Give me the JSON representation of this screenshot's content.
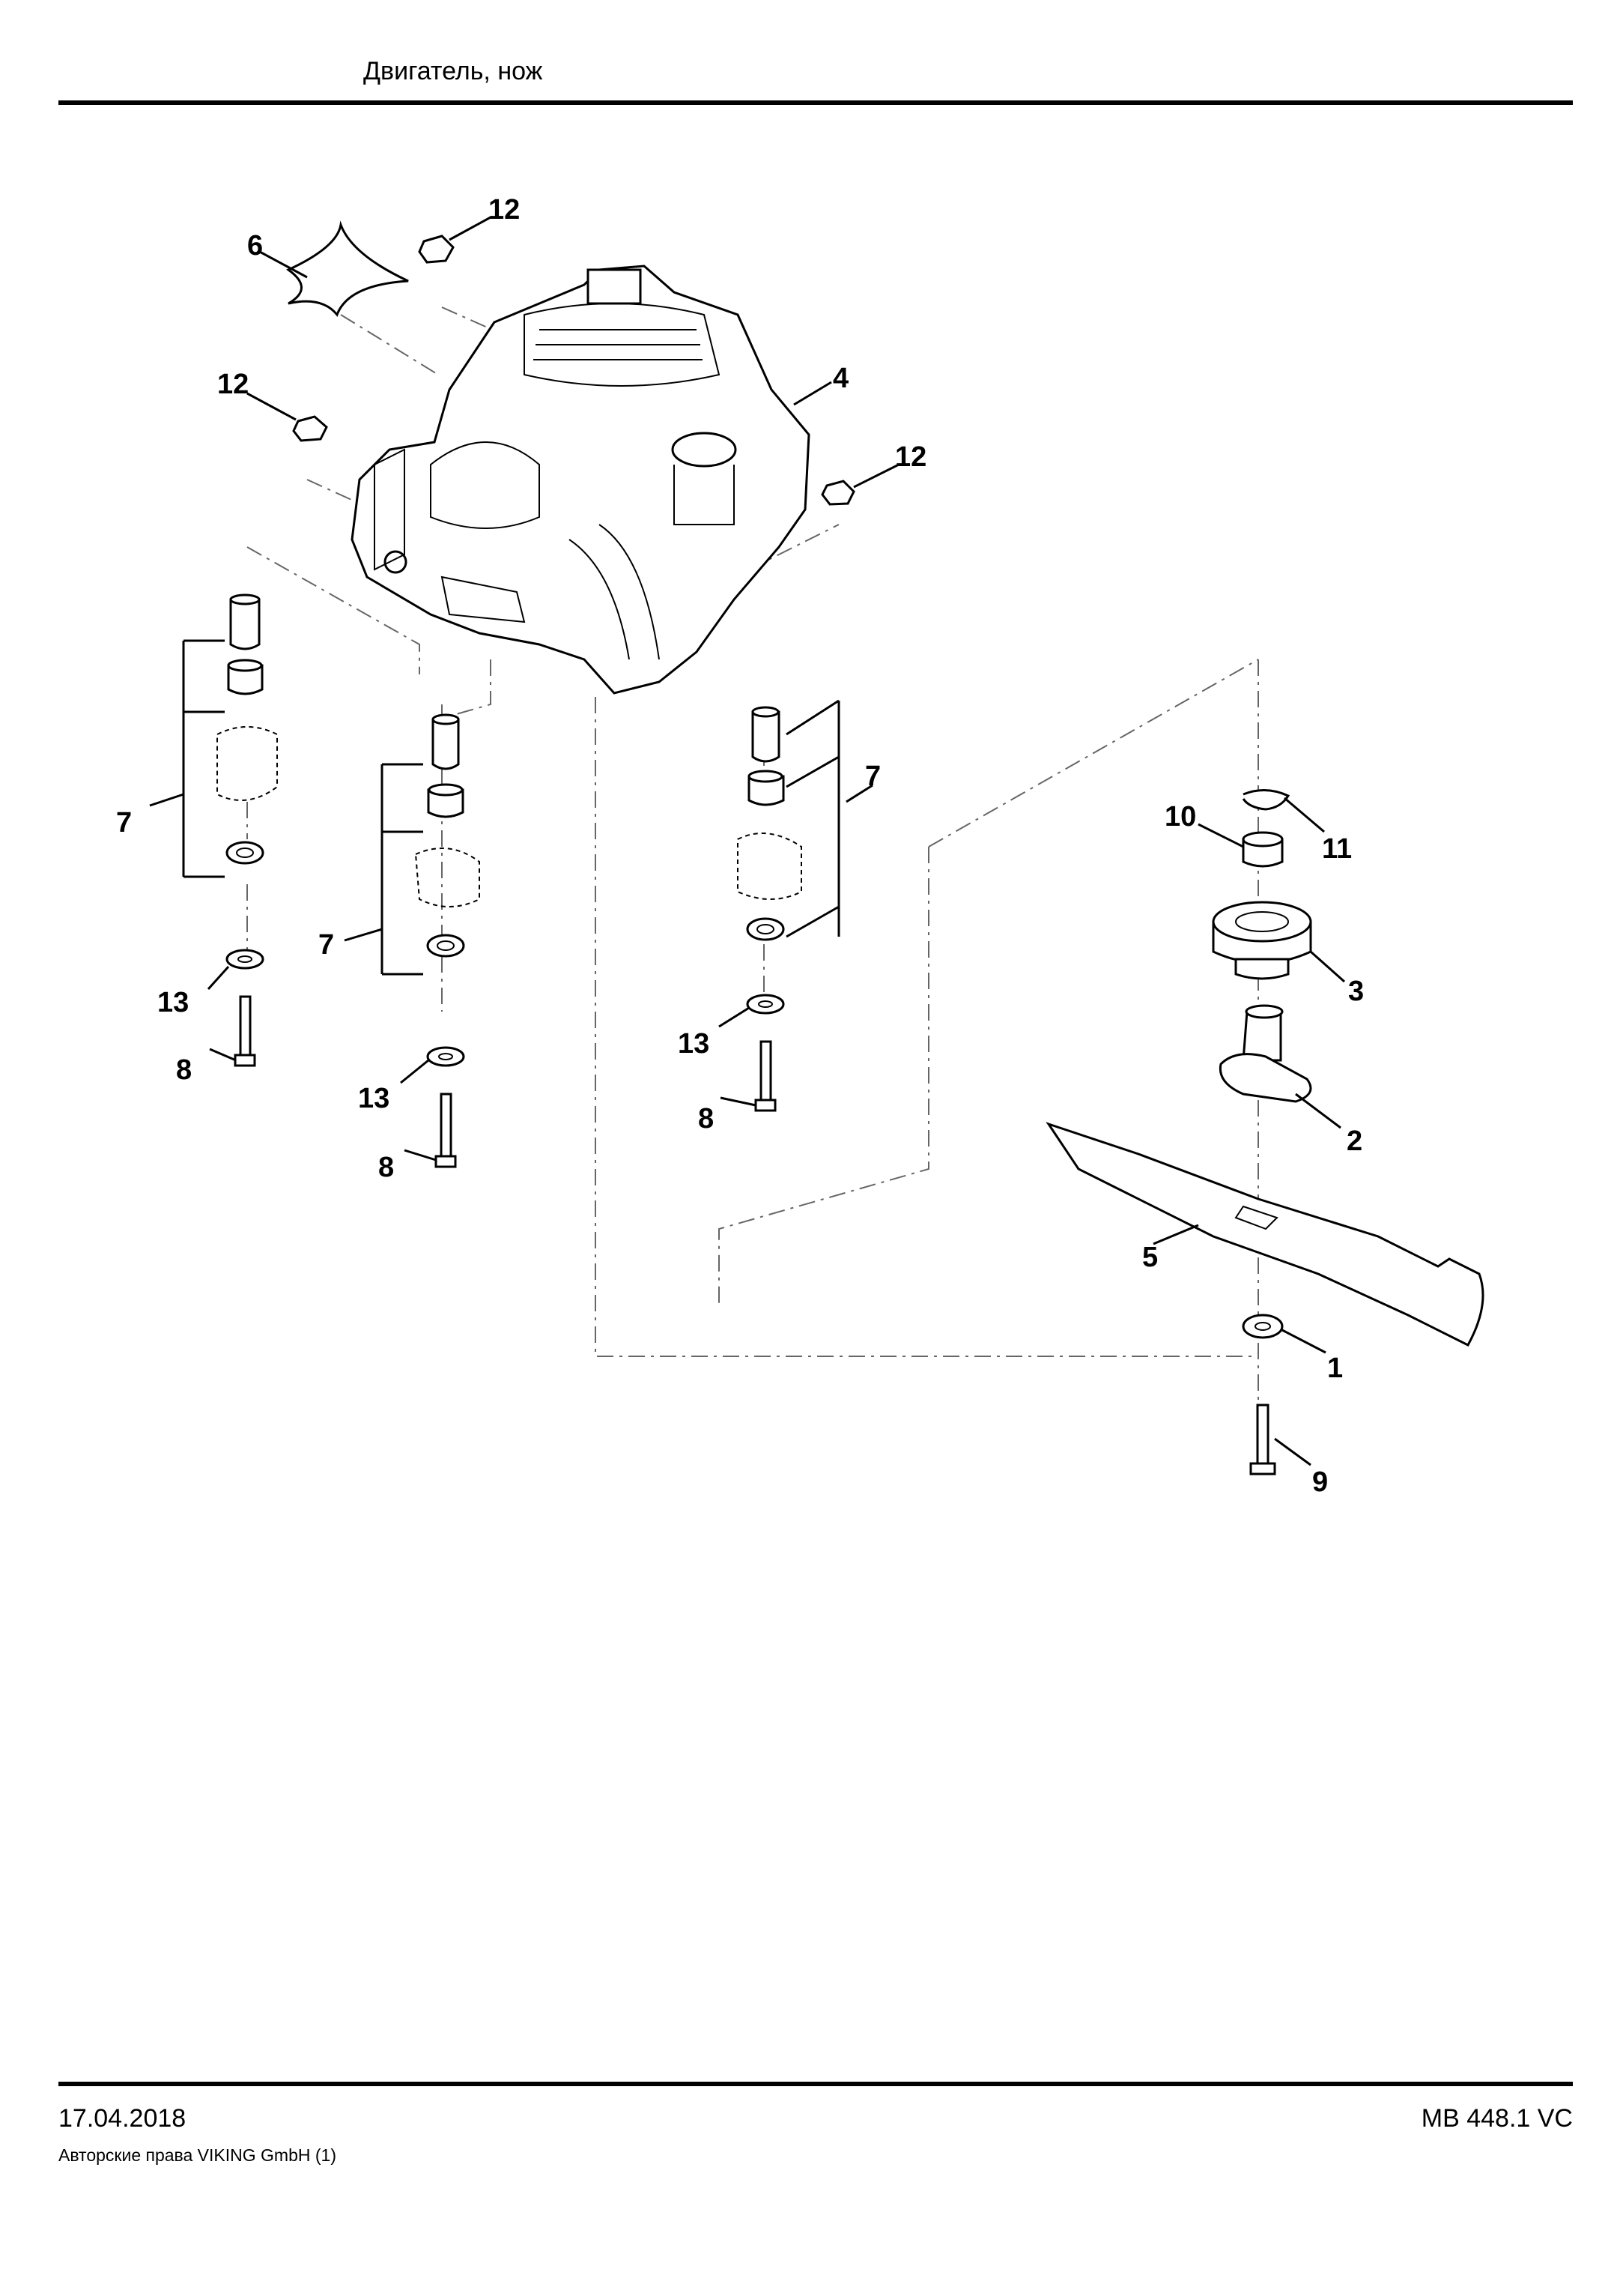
{
  "header": {
    "title": "Двигатель, нож"
  },
  "footer": {
    "date": "17.04.2018",
    "model": "MB 448.1 VC",
    "copyright": "Авторские права VIKING GmbH  (1)"
  },
  "callouts": {
    "c1": "1",
    "c2": "2",
    "c3": "3",
    "c4": "4",
    "c5": "5",
    "c6": "6",
    "c7a": "7",
    "c7b": "7",
    "c7c": "7",
    "c8a": "8",
    "c8b": "8",
    "c8c": "8",
    "c9": "9",
    "c10": "10",
    "c11": "11",
    "c12a": "12",
    "c12b": "12",
    "c12c": "12",
    "c13a": "13",
    "c13b": "13",
    "c13c": "13"
  }
}
